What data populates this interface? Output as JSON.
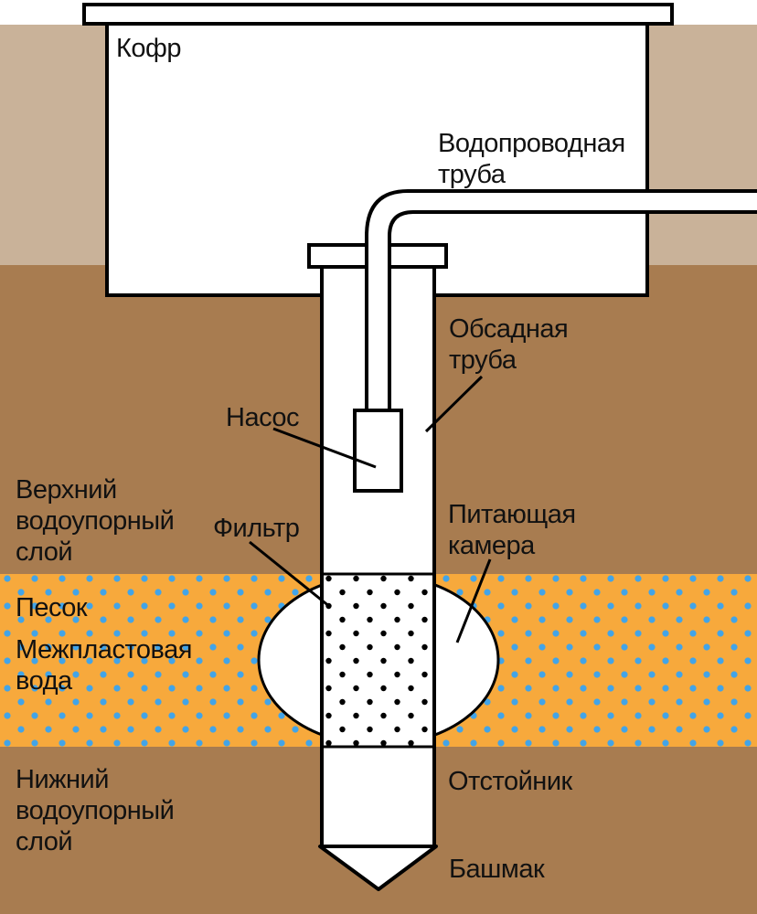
{
  "diagram": {
    "type": "artesian-well-schematic",
    "labels": {
      "caisson": "Кофр",
      "water_pipe": "Водопроводная труба",
      "casing_pipe": "Обсадная труба",
      "pump": "Насос",
      "upper_aquitard": "Верхний водоупорный слой",
      "filter": "Фильтр",
      "feeding_chamber": "Питающая камера",
      "sand": "Песок",
      "interstratal_water": "Межпластовая вода",
      "lower_aquitard": "Нижний водоупорный слой",
      "sump": "Отстойник",
      "shoe": "Башмак"
    },
    "colors": {
      "topsoil": "#C9B299",
      "clay": "#A87C50",
      "sand": "#F7A93C",
      "water_dot": "#42A4E8",
      "outline": "#000000",
      "structure": "#FFFFFF"
    }
  }
}
